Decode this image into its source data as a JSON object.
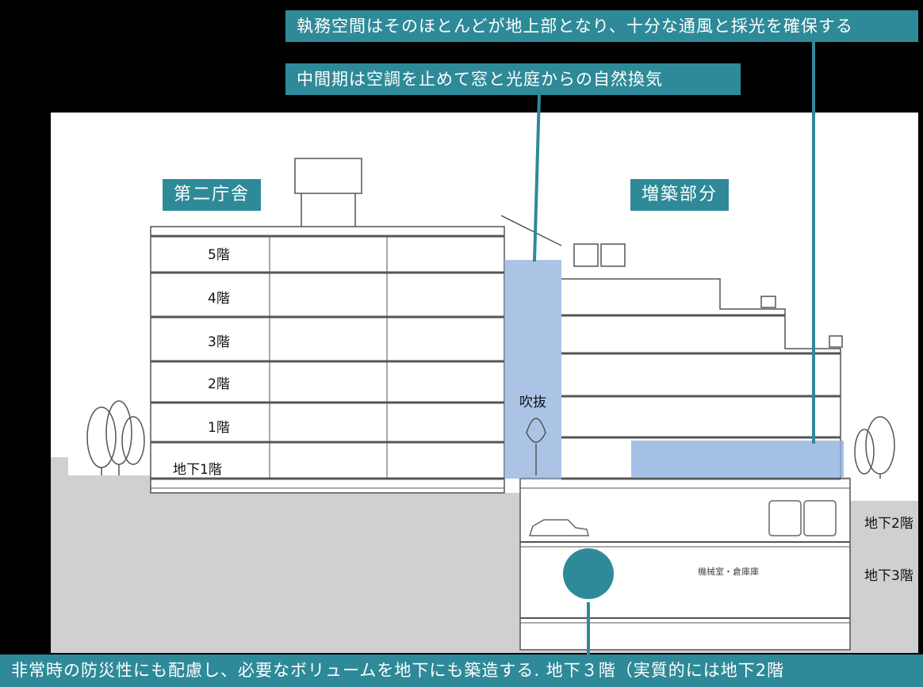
{
  "callouts": {
    "top": "執務空間はそのほとんどが地上部となり、十分な通風と採光を確保する",
    "middle": "中間期は空調を止めて窓と光庭からの自然換気",
    "bottom": "非常時の防災性にも配慮し、必要なボリュームを地下にも築造する. 地下３階（実質的には地下2階"
  },
  "buildings": {
    "existing": "第二庁舎",
    "extension": "増築部分"
  },
  "floors": [
    "5階",
    "4階",
    "3階",
    "2階",
    "1階",
    "地下1階"
  ],
  "atrium": "吹抜",
  "basement_labels": [
    "地下2階",
    "地下3階"
  ],
  "basement_room": "機械室・倉庫庫",
  "colors": {
    "accent": "#2e8a98",
    "highlight": "#8fb0de",
    "ground": "#d0d0d0"
  }
}
